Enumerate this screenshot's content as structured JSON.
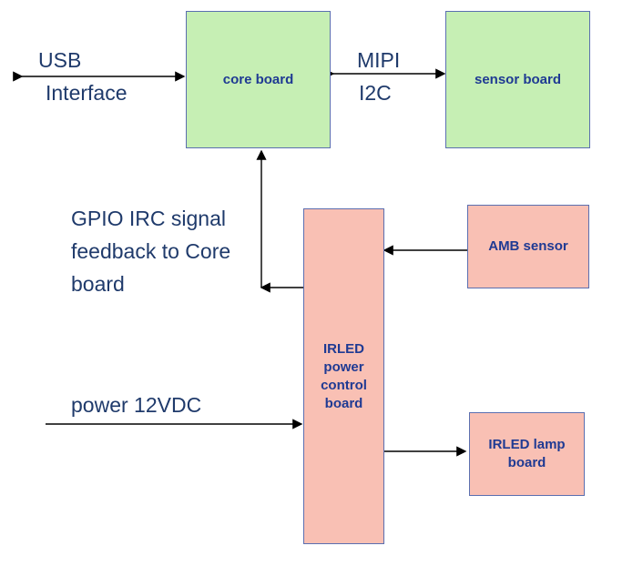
{
  "blocks": {
    "core_board": "core board",
    "sensor_board": "sensor board",
    "amb_sensor": "AMB sensor",
    "irled_power_control_board": "IRLED\npower\ncontrol\nboard",
    "irled_lamp_board": "IRLED lamp\nboard"
  },
  "labels": {
    "usb": "USB",
    "interface": "Interface",
    "mipi": "MIPI",
    "i2c": "I2C",
    "gpio_line1": "GPIO IRC signal",
    "gpio_line2": "feedback to Core",
    "gpio_line3": "board",
    "power": "power 12VDC"
  },
  "colors": {
    "board_green": "#c6efb4",
    "board_pink": "#f9c0b4",
    "block_text": "#1f3a93",
    "label_text": "#1f3a6b"
  }
}
